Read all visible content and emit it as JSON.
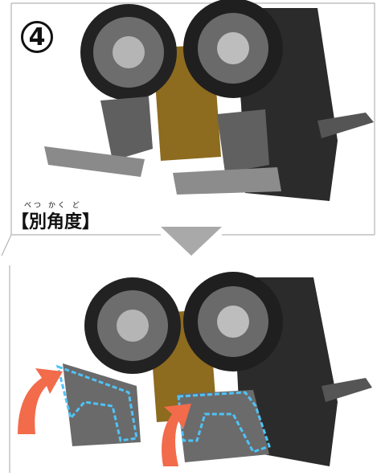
{
  "step_number": "4",
  "label": {
    "ruby": "べつ かく ど",
    "text": "【別角度】"
  },
  "colors": {
    "highlight_outline": "#4fc3f7",
    "rotation_arrow": "#f26b4b",
    "transition_arrow": "#a9a9a9",
    "frame_line": "#b5b5b5"
  },
  "icons": {
    "step_badge": "circled-number-icon",
    "down_arrow": "down-triangle-arrow-icon",
    "rotate_arrows": "curved-up-arrow-icon"
  }
}
